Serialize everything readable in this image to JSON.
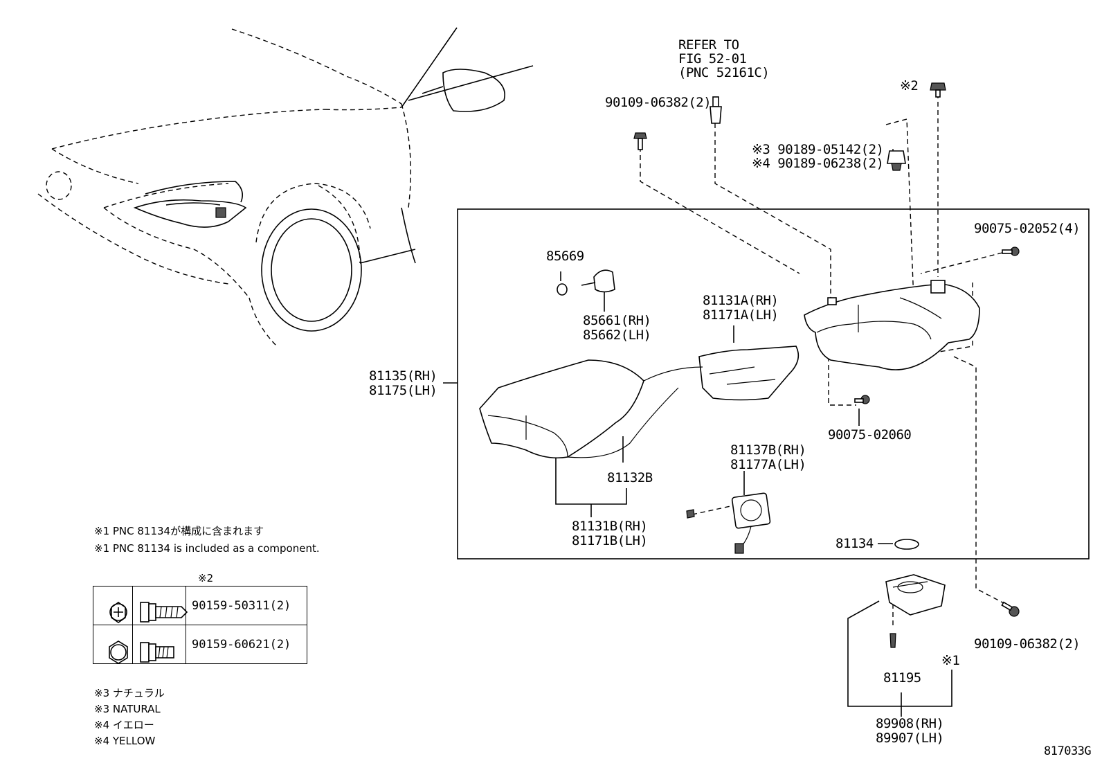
{
  "figure_id": "817033G",
  "refer": {
    "line1": "REFER TO",
    "line2": "FIG 52-01",
    "line3": "(PNC 52161C)"
  },
  "callouts": {
    "c_90109_06382_top": "90109-06382(2)",
    "c_note2_mark": "※2",
    "c_90189_05142": "※3 90189-05142(2)",
    "c_90189_06238": "※4 90189-06238(2)",
    "c_90075_02052": "90075-02052(4)",
    "c_85669": "85669",
    "c_85661": "85661(RH)",
    "c_85662": "85662(LH)",
    "c_81131A": "81131A(RH)",
    "c_81171A": "81171A(LH)",
    "c_81135": "81135(RH)",
    "c_81175": "81175(LH)",
    "c_90075_02060": "90075-02060",
    "c_81137B": "81137B(RH)",
    "c_81177A": "81177A(LH)",
    "c_81132B": "81132B",
    "c_81131B": "81131B(RH)",
    "c_81171B": "81171B(LH)",
    "c_81134": "81134",
    "c_90109_06382_bottom": "90109-06382(2)",
    "c_note1_mark": "※1",
    "c_81195": "81195",
    "c_89908": "89908(RH)",
    "c_89907": "89907(LH)"
  },
  "notes": {
    "note1_jp": "※1 PNC 81134が構成に含まれます",
    "note1_en": "※1 PNC 81134 is included as a component.",
    "note3_jp": "※3 ナチュラル",
    "note3_en": "※3 NATURAL",
    "note4_jp": "※4 イエロー",
    "note4_en": "※4 YELLOW"
  },
  "fastener_table": {
    "header": "※2",
    "rows": [
      {
        "part": "90159-50311(2)",
        "head_icon": "phillips-flange-bolt-head-icon",
        "side_icon": "tapping-screw-side-icon"
      },
      {
        "part": "90159-60621(2)",
        "head_icon": "hex-flange-bolt-head-icon",
        "side_icon": "hex-bolt-side-icon"
      }
    ]
  }
}
